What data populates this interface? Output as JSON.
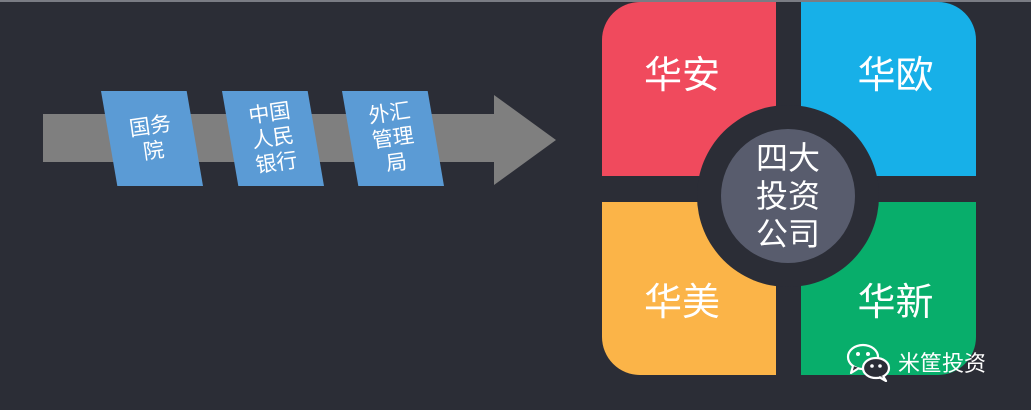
{
  "flow": {
    "tags": [
      {
        "label": "国务\n院"
      },
      {
        "label": "中国\n人民\n银行"
      },
      {
        "label": "外汇\n管理\n局"
      }
    ]
  },
  "quadrants": {
    "top_left": {
      "label": "华安",
      "color": "#f04a5d"
    },
    "top_right": {
      "label": "华欧",
      "color": "#17b0e8"
    },
    "bottom_left": {
      "label": "华美",
      "color": "#fbb448"
    },
    "bottom_right": {
      "label": "华新",
      "color": "#08ae6b"
    }
  },
  "center": {
    "label": "四大\n投资\n公司"
  },
  "watermark": {
    "text": "米筐投资",
    "icon": "wechat-icon"
  }
}
